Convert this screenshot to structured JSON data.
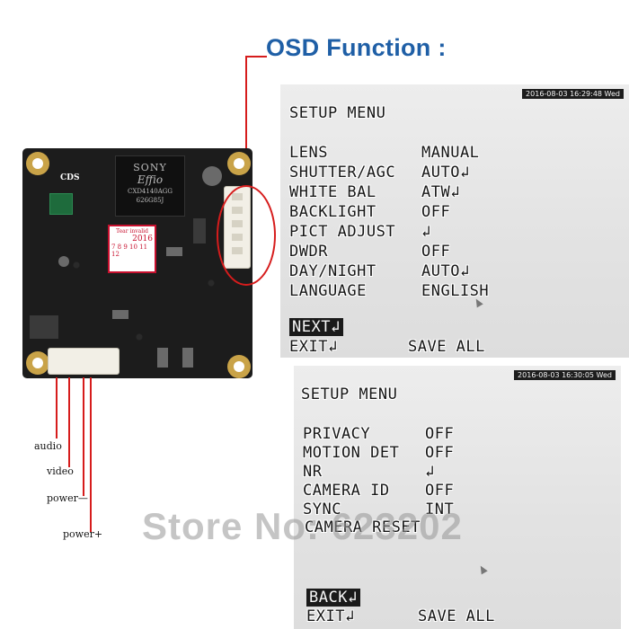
{
  "headline": "OSD Function :",
  "board": {
    "chip_brand": "SONY",
    "chip_brand2": "Effio",
    "chip_model": "CXD4140AGG",
    "chip_model2": "626G85J",
    "cds_label": "CDS",
    "sticker_label": "Tear invalid",
    "sticker_year": "2016",
    "sticker_months": "7 8 9 10 11 12"
  },
  "wires": [
    "audio",
    "video",
    "power—",
    "power+"
  ],
  "osd1": {
    "timestamp": "2016-08-03 16:29:48 Wed",
    "title": "SETUP MENU",
    "rows": [
      {
        "label": "LENS",
        "value": "MANUAL"
      },
      {
        "label": "SHUTTER/AGC",
        "value": "AUTO↲"
      },
      {
        "label": "WHITE BAL",
        "value": "ATW↲"
      },
      {
        "label": "BACKLIGHT",
        "value": "OFF"
      },
      {
        "label": "PICT ADJUST",
        "value": "↲"
      },
      {
        "label": "DWDR",
        "value": "OFF"
      },
      {
        "label": "DAY/NIGHT",
        "value": "AUTO↲"
      },
      {
        "label": "LANGUAGE",
        "value": "ENGLISH"
      }
    ],
    "next": "NEXT↲",
    "exit": "EXIT↲",
    "save_all": "SAVE ALL"
  },
  "osd2": {
    "timestamp": "2016-08-03 16:30:05 Wed",
    "title": "SETUP MENU",
    "rows": [
      {
        "label": "PRIVACY",
        "value": "OFF"
      },
      {
        "label": "MOTION DET",
        "value": "OFF"
      },
      {
        "label": "NR",
        "value": "↲"
      },
      {
        "label": "CAMERA ID",
        "value": "OFF"
      },
      {
        "label": "SYNC",
        "value": "INT"
      },
      {
        "label": "CAMERA RESET",
        "value": ""
      }
    ],
    "back": "BACK↲",
    "exit": "EXIT↲",
    "save_all": "SAVE ALL"
  },
  "watermark": "Store No: 623202",
  "colors": {
    "accent": "#1f5fa6",
    "callout": "#d61c1c"
  }
}
